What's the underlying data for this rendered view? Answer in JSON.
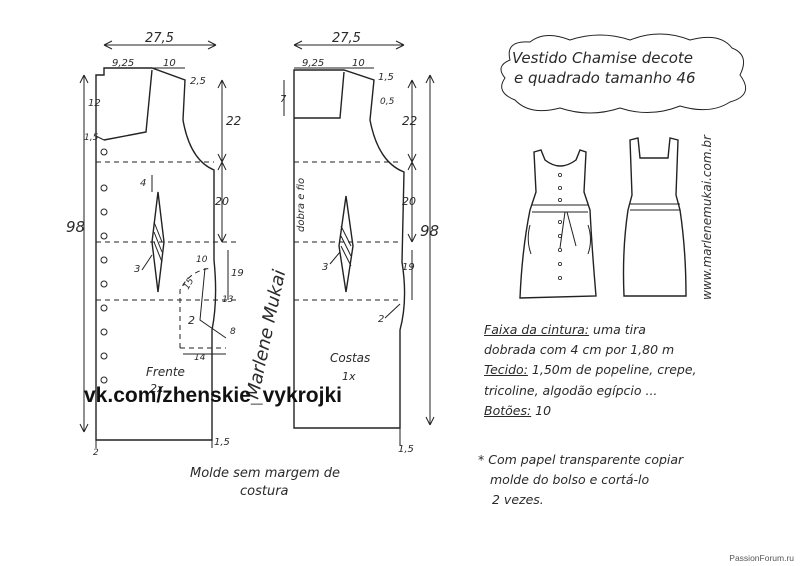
{
  "title": {
    "line1": "Vestido Chamise decote",
    "line2": "e quadrado tamanho 46"
  },
  "watermark": "vk.com/zhenskie_vykrojki",
  "site": "www.marlenemukai.com.br",
  "credit": "PassionForum.ru",
  "signature": "Marlene Mukai",
  "front": {
    "top_width": "27,5",
    "shoulder_left": "9,25",
    "neck_width": "10",
    "drop": "2,5",
    "neck_depth": "12",
    "small": "1,5",
    "armhole": "22",
    "length": "98",
    "bust_to_waist": "20",
    "dart_len": "4",
    "dart_num": "3",
    "pocket_top": "10",
    "pocket_side": "19",
    "pocket_w": "15",
    "pocket_depth": "13",
    "pocket_small": "8",
    "pocket_bottom": "14",
    "pocket_label": "2",
    "hem_left": "2",
    "hem_right": "1,5",
    "label": "Frente",
    "count": "2x"
  },
  "back": {
    "top_width": "27,5",
    "shoulder_left": "9,25",
    "neck_width": "10",
    "drop": "1,5",
    "neck_depth": "7",
    "drop2": "0,5",
    "armhole": "22",
    "length": "98",
    "bust_to_waist": "20",
    "dart_num": "3",
    "side_num": "2",
    "side_len": "19",
    "fold_label": "dobra e fio",
    "hem_right": "1,5",
    "label": "Costas",
    "count": "1x"
  },
  "footer": {
    "line1": "Molde sem margem de",
    "line2": "costura"
  },
  "notes": {
    "belt_label": "Faixa da cintura:",
    "belt_text": "uma tira",
    "belt_line2": "dobrada com 4 cm por 1,80 m",
    "fabric_label": "Tecido:",
    "fabric_text": "1,50m de popeline, crepe,",
    "fabric_line2": "tricoline, algodão egípcio ...",
    "buttons_label": "Botões:",
    "buttons_text": "10",
    "note_line1": "* Com papel transparente copiar",
    "note_line2": "molde do bolso e cortá-lo",
    "note_line3": "2 vezes."
  }
}
